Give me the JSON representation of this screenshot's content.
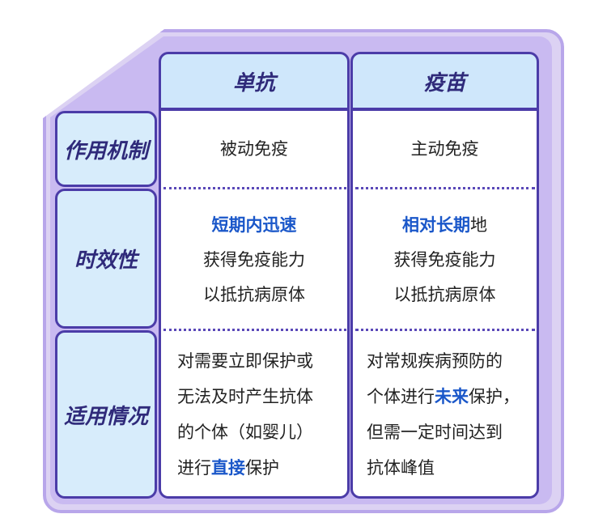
{
  "columns": {
    "antibody": "单抗",
    "vaccine": "疫苗"
  },
  "rows": {
    "mechanism": {
      "label": "作用机制",
      "antibody": "被动免疫",
      "vaccine": "主动免疫"
    },
    "timeliness": {
      "label": "时效性",
      "antibody": {
        "highlight": "短期内迅速",
        "line2": "获得免疫能力",
        "line3": "以抵抗病原体"
      },
      "vaccine": {
        "highlight": "相对长期",
        "suffix": "地",
        "line2": "获得免疫能力",
        "line3": "以抵抗病原体"
      }
    },
    "applicability": {
      "label": "适用情况",
      "antibody": {
        "line1": "对需要立即保护或",
        "line2": "无法及时产生抗体",
        "line3": "的个体（如婴儿）",
        "line4_pre": "进行",
        "line4_highlight": "直接",
        "line4_post": "保护"
      },
      "vaccine": {
        "line1": "对常规疾病预防的",
        "line2_pre": "个体进行",
        "line2_highlight": "未来",
        "line2_post": "保护，",
        "line3": "但需一定时间达到",
        "line4": "抗体峰值"
      }
    }
  },
  "colors": {
    "border": "#4b3ca8",
    "header_fill": "#cfe7fb",
    "frame": "#c9baf1",
    "highlight": "#1a57c9"
  }
}
